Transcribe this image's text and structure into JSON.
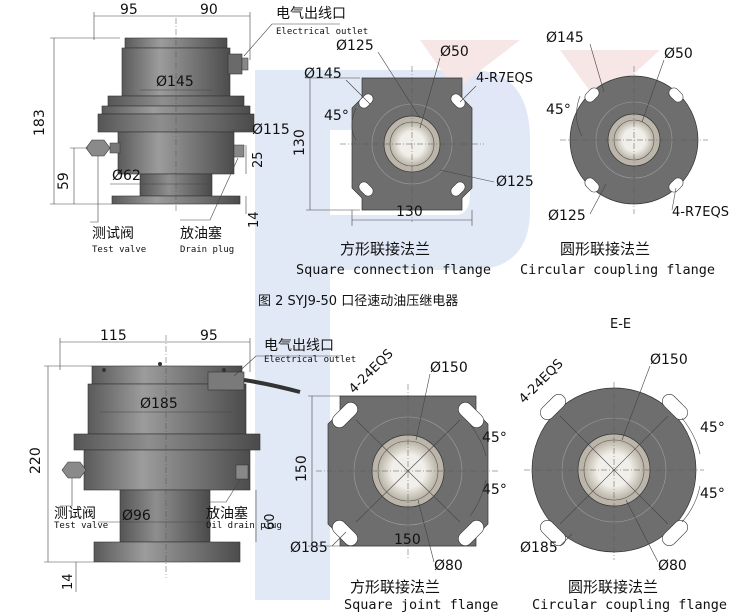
{
  "colors": {
    "body_dark": "#5e5e5e",
    "body_mid": "#7b7b7b",
    "body_light": "#9a9a9a",
    "flange": "#6e6e6e",
    "bore": "#d9d6cf",
    "watermark_blue": "#c9d5ef",
    "watermark_red": "#f2d2d2"
  },
  "top": {
    "dim_width_left": "95",
    "dim_width_right": "90",
    "dim_height_total": "183",
    "dim_height_lower": "59",
    "dim_dia_body": "Ø145",
    "dim_dia_flange": "Ø115",
    "dim_dia_bottom": "Ø62",
    "dim_25": "25",
    "dim_14": "14",
    "outlet_cn": "电气出线口",
    "outlet_en": "Electrical outlet",
    "test_valve_cn": "测试阀",
    "test_valve_en": "Test valve",
    "drain_cn": "放油塞",
    "drain_en": "Drain plug",
    "sq": {
      "d125": "Ø125",
      "d50": "Ø50",
      "d145": "Ø145",
      "holes": "4-R7EQS",
      "angle": "45°",
      "d125b": "Ø125",
      "w130": "130",
      "h130": "130"
    },
    "circ": {
      "d145": "Ø145",
      "d50": "Ø50",
      "angle": "45°",
      "d125": "Ø125",
      "holes": "4-R7EQS"
    },
    "label_square_cn": "方形联接法兰",
    "label_circular_cn": "圆形联接法兰",
    "label_square_en": "Square connection flange",
    "label_circular_en": "Circular coupling flange",
    "caption": "图 2 SYJ9-50 口径速动油压继电器"
  },
  "bottom": {
    "section": "E-E",
    "dim_width_left": "115",
    "dim_width_right": "95",
    "dim_height_total": "220",
    "dim_dia_body": "Ø185",
    "dim_dia_bottom": "Ø96",
    "dim_60": "60",
    "dim_14": "14",
    "outlet_cn": "电气出线口",
    "outlet_en": "Electrical outlet",
    "test_valve_cn": "测试阀",
    "test_valve_en": "Test valve",
    "drain_cn": "放油塞",
    "drain_en": "Oil drain plug",
    "sq": {
      "holes": "4-24EQS",
      "d150": "Ø150",
      "angle1": "45°",
      "angle2": "45°",
      "h150": "150",
      "w150": "150",
      "d185": "Ø185",
      "d80": "Ø80"
    },
    "circ": {
      "holes": "4-24EQS",
      "d150": "Ø150",
      "angle1": "45°",
      "angle2": "45°",
      "d185": "Ø185",
      "d80": "Ø80"
    },
    "label_square_cn": "方形联接法兰",
    "label_circular_cn": "圆形联接法兰",
    "label_square_en": "Square joint flange",
    "label_circular_en": "Circular coupling flange"
  }
}
